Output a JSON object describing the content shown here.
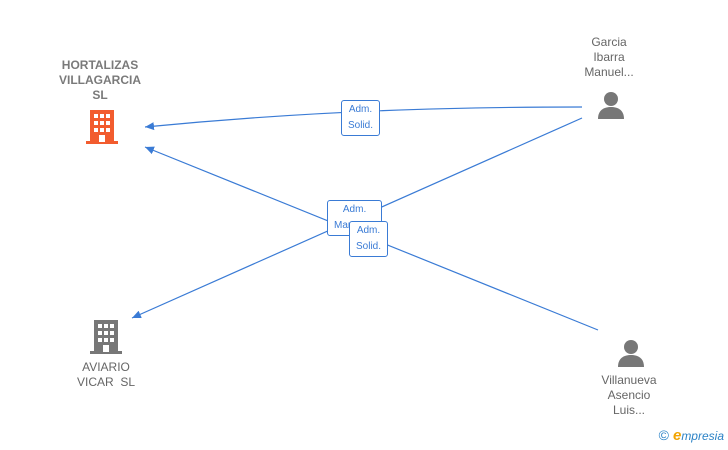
{
  "nodes": {
    "hortalizas": {
      "label_lines": [
        "HORTALIZAS",
        "VILLAGARCIA",
        "SL"
      ],
      "color": "#f25c2e"
    },
    "aviario": {
      "label_lines": [
        "AVIARIO",
        "VICAR  SL"
      ],
      "color": "#777777"
    },
    "garcia": {
      "label_lines": [
        "Garcia",
        "Ibarra",
        "Manuel..."
      ]
    },
    "villanueva": {
      "label_lines": [
        "Villanueva",
        "Asencio",
        "Luis..."
      ]
    }
  },
  "relations": [
    {
      "lines": [
        "Adm.",
        "Solid."
      ]
    },
    {
      "lines": [
        "Adm.",
        "Mancom."
      ]
    },
    {
      "lines": [
        "Adm.",
        "Solid."
      ]
    }
  ],
  "edge_color": "#3a7bd5",
  "watermark": {
    "copyright": "©",
    "brand_e": "e",
    "brand_rest": "mpresia"
  }
}
